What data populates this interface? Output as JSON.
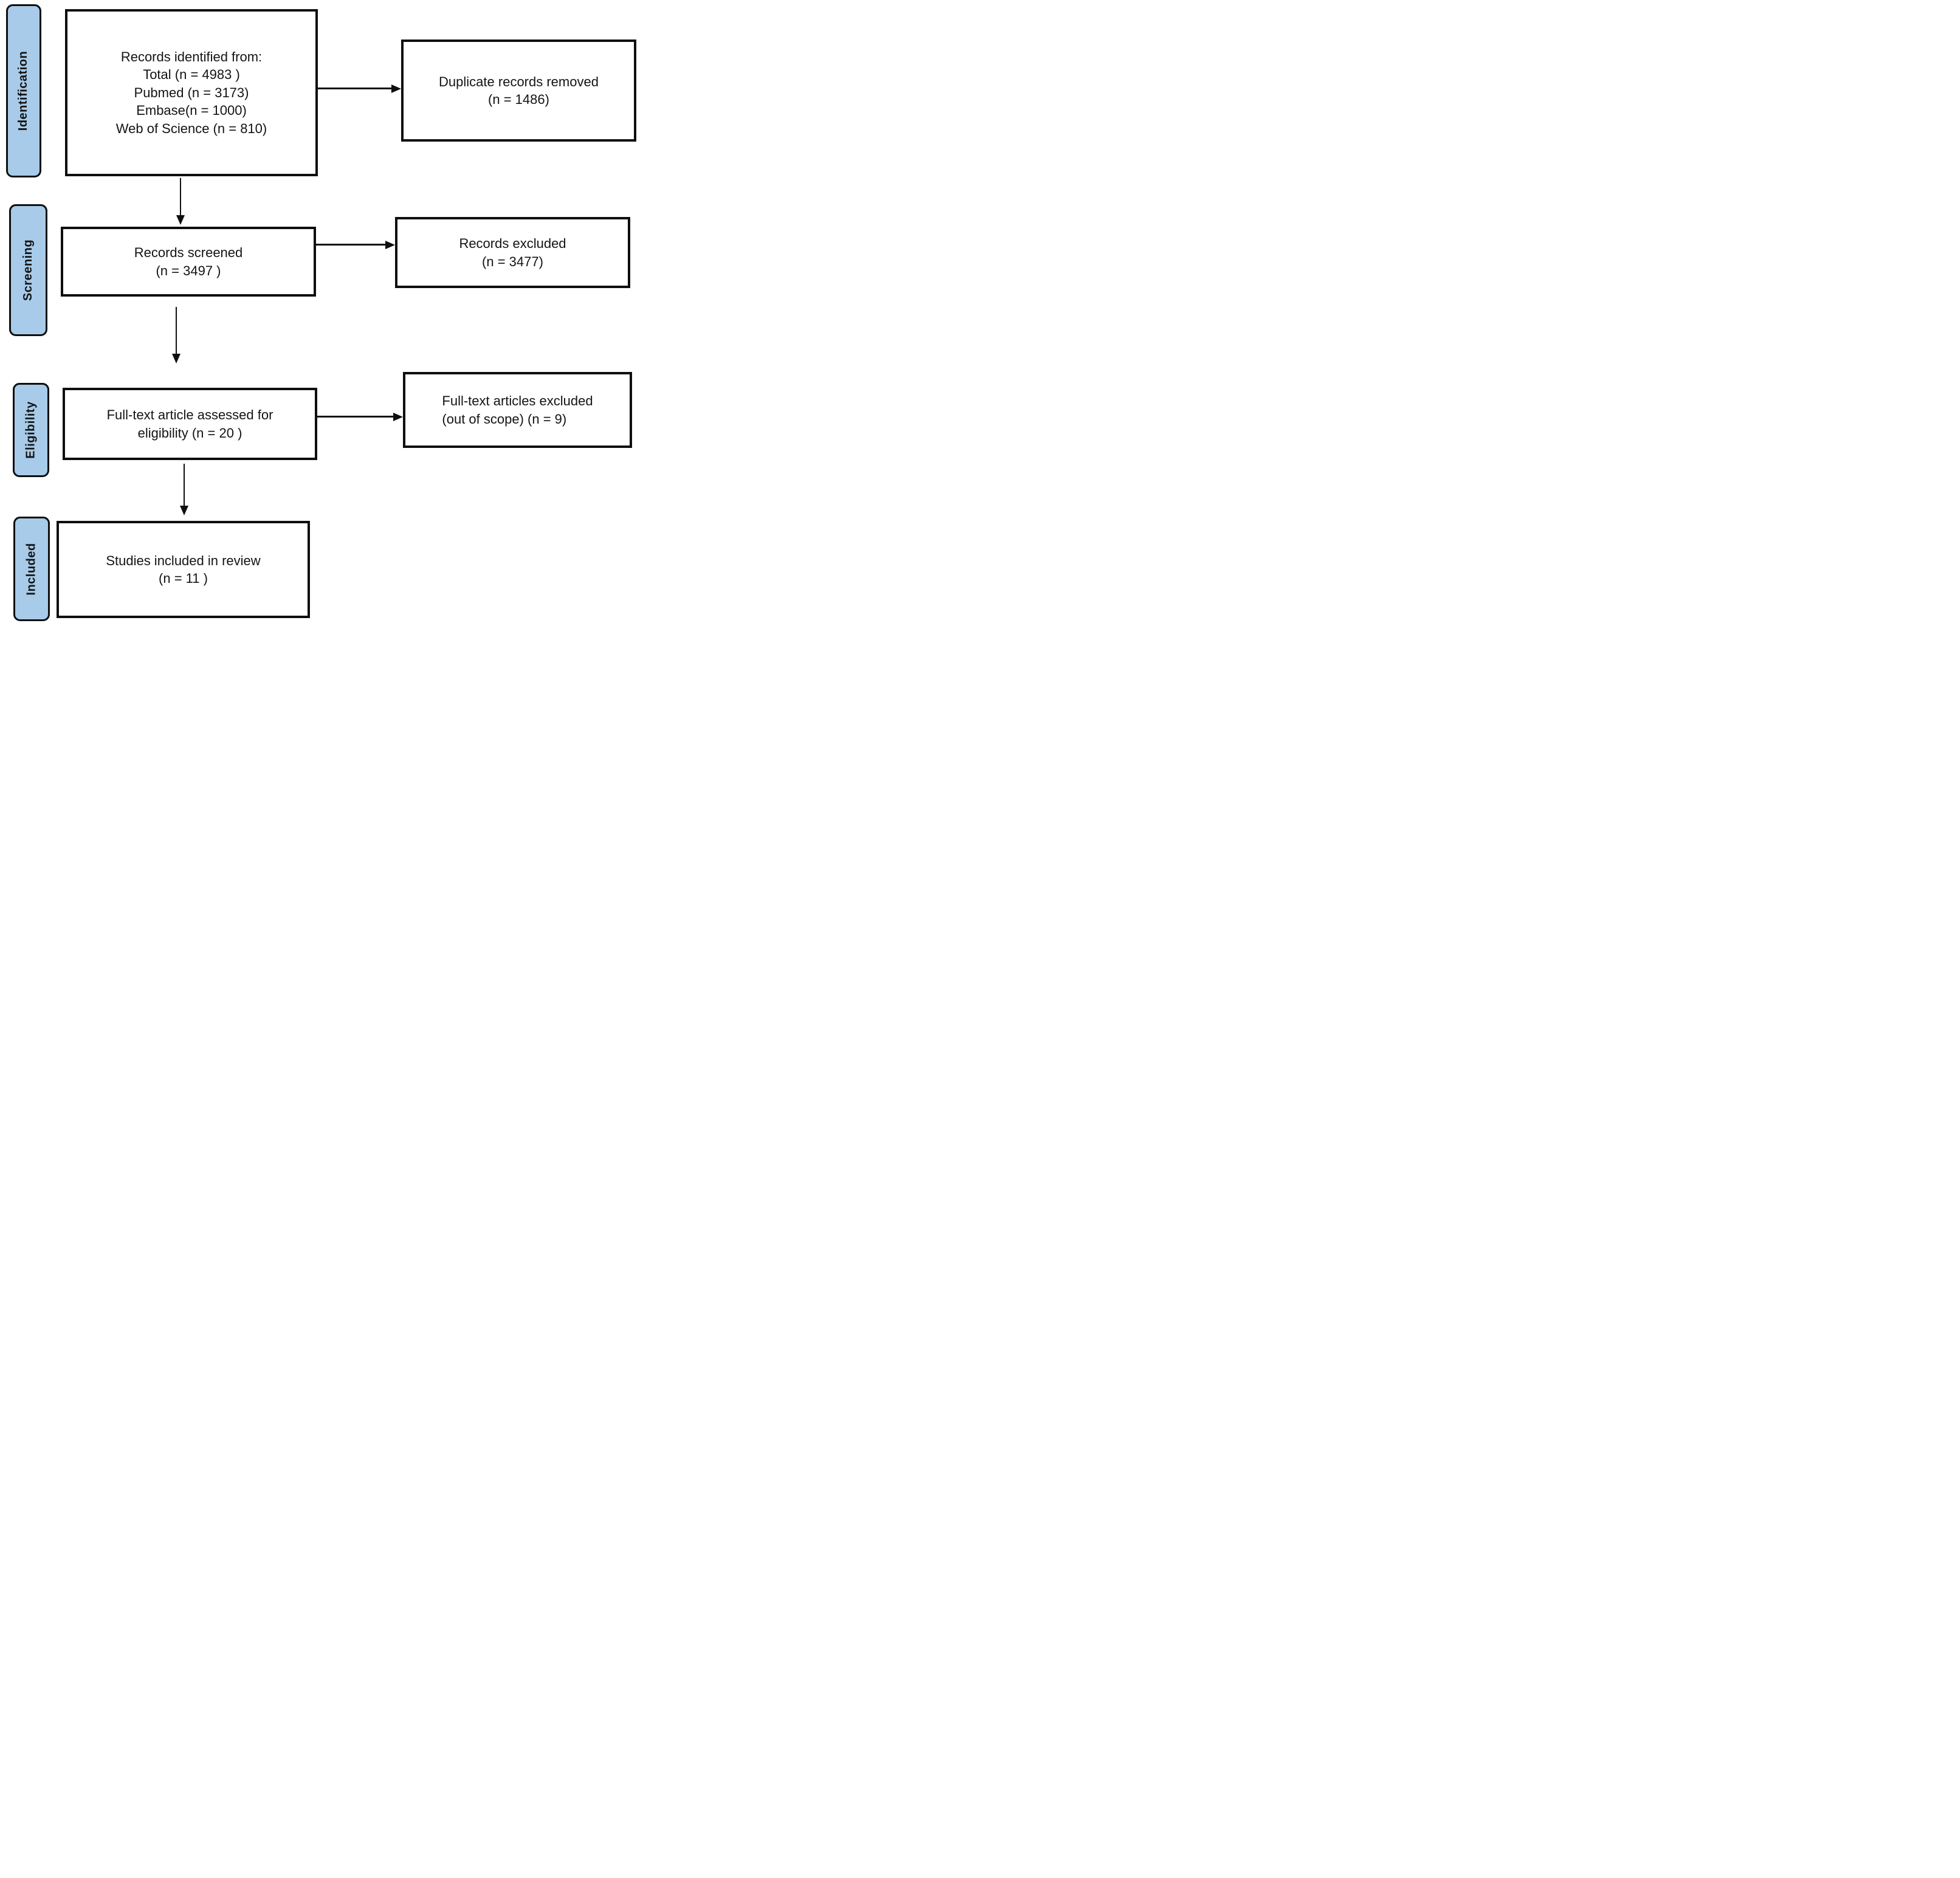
{
  "diagram": {
    "stages": [
      {
        "label": "Identification"
      },
      {
        "label": "Screening"
      },
      {
        "label": "Eligibility"
      },
      {
        "label": "Included"
      }
    ],
    "boxes": {
      "identified": {
        "lines": [
          "Records identified from:",
          "Total (n = 4983 )",
          "Pubmed (n = 3173)",
          "Embase(n = 1000)",
          "Web of Science (n = 810)"
        ]
      },
      "duplicates_removed": {
        "lines": [
          "Duplicate records removed",
          "(n = 1486)"
        ]
      },
      "screened": {
        "lines": [
          "Records screened",
          "(n = 3497 )"
        ]
      },
      "records_excluded": {
        "lines": [
          "Records excluded",
          "(n = 3477)"
        ]
      },
      "fulltext_assessed": {
        "lines": [
          "Full-text article assessed for",
          "eligibility (n = 20 )"
        ]
      },
      "fulltext_excluded": {
        "lines": [
          "Full-text articles excluded",
          "(out of scope) (n = 9)"
        ]
      },
      "included_studies": {
        "lines": [
          "Studies included in review",
          "(n = 11 )"
        ]
      }
    },
    "colors": {
      "stage_fill": "#a7cbe9",
      "border": "#0f0f0f",
      "text": "#141414",
      "background": "#ffffff"
    }
  }
}
